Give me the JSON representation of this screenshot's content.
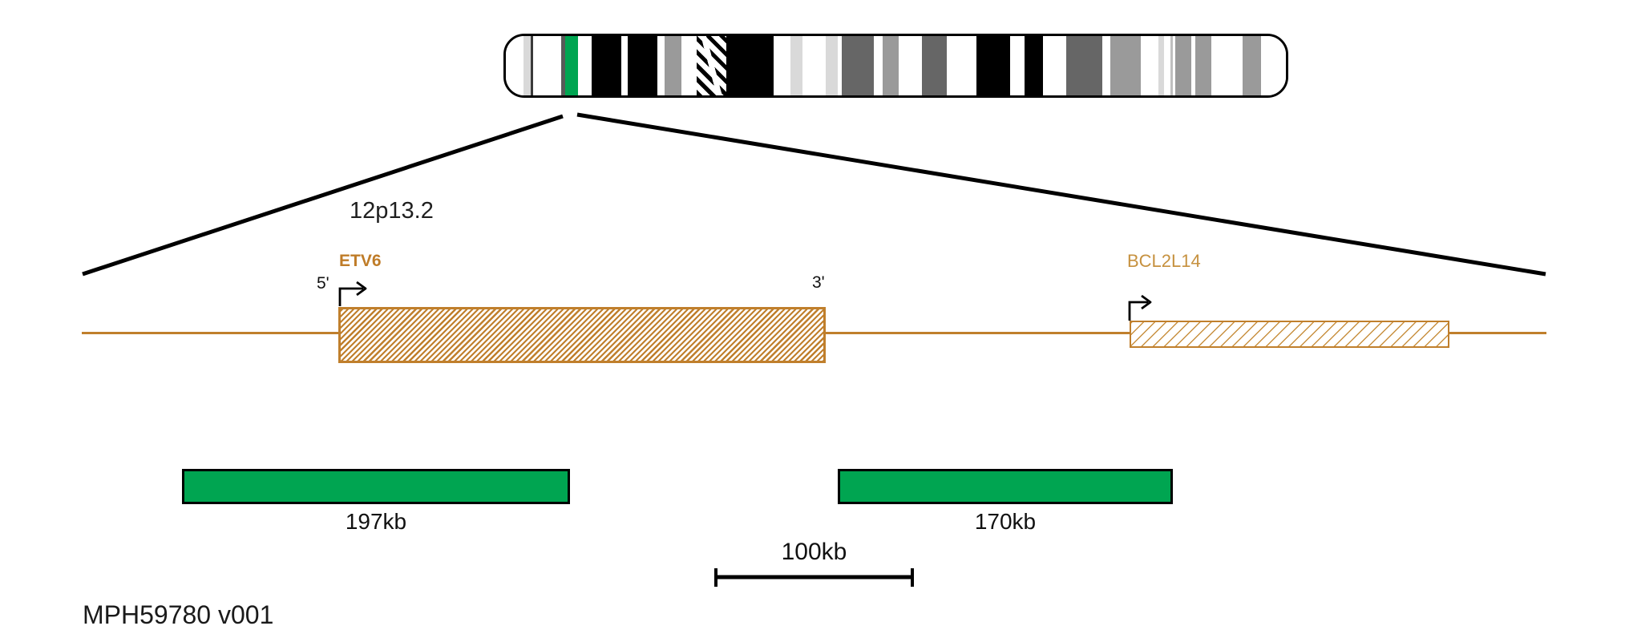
{
  "figure": {
    "region_label": "12p13.2",
    "footer_product_id": "MPH59780 v001"
  },
  "genes": {
    "etv6": {
      "name": "ETV6",
      "five_prime": "5'",
      "three_prime": "3'"
    },
    "bcl2l14": {
      "name": "BCL2L14"
    }
  },
  "probes": {
    "probe1": {
      "size": "197kb"
    },
    "probe2": {
      "size": "170kb"
    }
  },
  "scale_bar": {
    "label": "100kb"
  },
  "colors": {
    "probe_green": "#00a551",
    "highlight_band_green": "#00a551",
    "gene_orange": "#c07f2c",
    "etv6_label_orange": "#bf7c28",
    "bcl2l14_label_orange": "#c6913f",
    "text": "#1a1a1a"
  },
  "ideogram": {
    "chromosome": "12",
    "highlighted_band": "12p13.2",
    "bands": [
      {
        "w": 22,
        "c": "#ffffff"
      },
      {
        "w": 9,
        "c": "#d9d9d9"
      },
      {
        "w": 3,
        "c": "#3a3a3a"
      },
      {
        "w": 35,
        "c": "#ffffff"
      },
      {
        "w": 5,
        "c": "#595959"
      },
      {
        "w": 16,
        "c": "#00a551",
        "name": "band-12p13-2-highlight"
      },
      {
        "w": 17,
        "c": "#ffffff"
      },
      {
        "w": 37,
        "c": "#000000"
      },
      {
        "w": 8,
        "c": "#ffffff"
      },
      {
        "w": 37,
        "c": "#000000"
      },
      {
        "w": 9,
        "c": "#ffffff"
      },
      {
        "w": 21,
        "c": "#9a9a9a"
      },
      {
        "w": 19,
        "c": "#ffffff"
      },
      {
        "w": 37,
        "c": "hatch",
        "name": "centromere"
      },
      {
        "w": 59,
        "c": "#000000"
      },
      {
        "w": 21,
        "c": "#ffffff"
      },
      {
        "w": 15,
        "c": "#d9d9d9"
      },
      {
        "w": 29,
        "c": "#ffffff"
      },
      {
        "w": 15,
        "c": "#d9d9d9"
      },
      {
        "w": 5,
        "c": "#ffffff"
      },
      {
        "w": 40,
        "c": "#666666"
      },
      {
        "w": 11,
        "c": "#ffffff"
      },
      {
        "w": 20,
        "c": "#9a9a9a"
      },
      {
        "w": 29,
        "c": "#ffffff"
      },
      {
        "w": 31,
        "c": "#666666"
      },
      {
        "w": 37,
        "c": "#ffffff"
      },
      {
        "w": 42,
        "c": "#000000"
      },
      {
        "w": 18,
        "c": "#ffffff"
      },
      {
        "w": 23,
        "c": "#000000"
      },
      {
        "w": 29,
        "c": "#ffffff"
      },
      {
        "w": 45,
        "c": "#666666"
      },
      {
        "w": 10,
        "c": "#ffffff"
      },
      {
        "w": 38,
        "c": "#9a9a9a"
      },
      {
        "w": 22,
        "c": "#ffffff"
      },
      {
        "w": 7,
        "c": "#d9d9d9"
      },
      {
        "w": 8,
        "c": "#ffffff"
      },
      {
        "w": 3,
        "c": "#c0c0c0"
      },
      {
        "w": 3,
        "c": "#ffffff"
      },
      {
        "w": 20,
        "c": "#9a9a9a"
      },
      {
        "w": 5,
        "c": "#ffffff"
      },
      {
        "w": 20,
        "c": "#9a9a9a"
      },
      {
        "w": 39,
        "c": "#ffffff"
      },
      {
        "w": 23,
        "c": "#9a9a9a"
      },
      {
        "w": 37,
        "c": "#ffffff"
      }
    ]
  }
}
